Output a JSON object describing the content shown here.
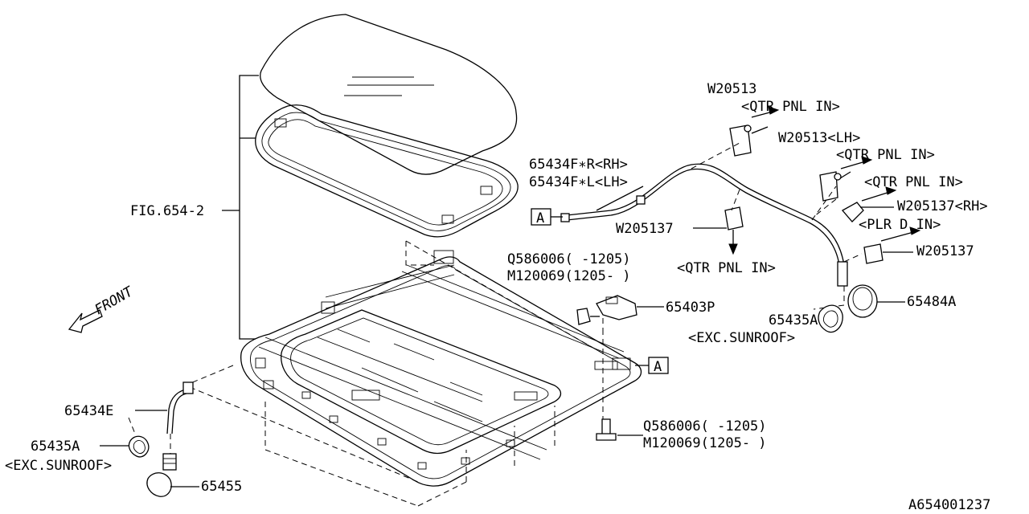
{
  "diagram_id": "A654001237",
  "front_label": "FRONT",
  "callouts": {
    "fig_ref": "FIG.654-2",
    "w20513_a": "W20513",
    "w20513_a_note": "<QTR PNL IN>",
    "w20513_lh": "W20513<LH>",
    "w20513_lh_note": "<QTR PNL IN>",
    "qtr_pnl_in_right": "<QTR PNL IN>",
    "w205137_rh": "W205137<RH>",
    "plr_d_in": "<PLR D IN>",
    "w205137_right": "W205137",
    "p65434f_r": "65434F∗R<RH>",
    "p65434f_l": "65434F∗L<LH>",
    "w205137_center": "W205137",
    "qtr_pnl_in_center": "<QTR PNL IN>",
    "q586006_top": "Q586006( -1205)",
    "m120069_top": "M120069(1205- )",
    "p65403p": "65403P",
    "p65435a_right": "65435A",
    "exc_sunroof_right": "<EXC.SUNROOF>",
    "p65484a": "65484A",
    "p65434e": "65434E",
    "p65435a_left": "65435A",
    "exc_sunroof_left": "<EXC.SUNROOF>",
    "p65455": "65455",
    "q586006_bottom": "Q586006( -1205)",
    "m120069_bottom": "M120069(1205- )"
  },
  "connector_marks": [
    "A",
    "A"
  ],
  "icons": [
    "front-arrow-icon",
    "connector-a-icon"
  ]
}
